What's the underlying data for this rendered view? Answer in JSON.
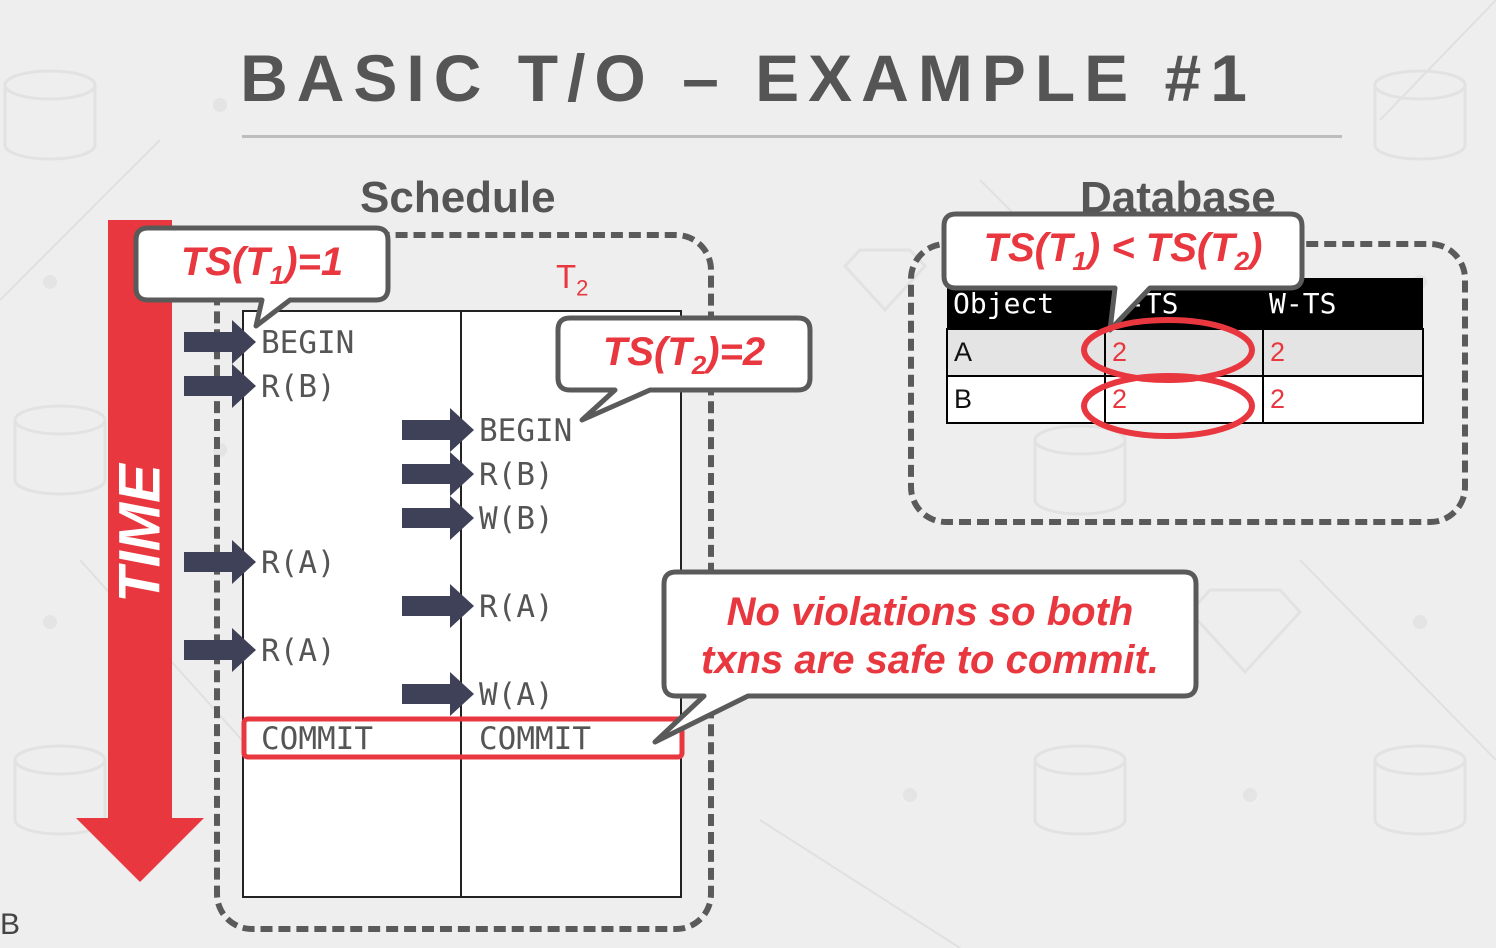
{
  "slide": {
    "title": "BASIC T/O – EXAMPLE #1",
    "edge_mark": "B"
  },
  "schedule": {
    "heading": "Schedule",
    "time_label": "TIME",
    "t2_header": "T",
    "t2_header_sub": "2",
    "t1_ops": [
      "BEGIN",
      "R(B)",
      "R(A)",
      "R(A)",
      "COMMIT"
    ],
    "t2_ops": [
      "BEGIN",
      "R(B)",
      "W(B)",
      "R(A)",
      "W(A)",
      "COMMIT"
    ]
  },
  "database": {
    "heading": "Database",
    "columns": [
      "Object",
      "R-TS",
      "W-TS"
    ],
    "rows": [
      {
        "object": "A",
        "r_ts": "2",
        "w_ts": "2"
      },
      {
        "object": "B",
        "r_ts": "2",
        "w_ts": "2"
      }
    ]
  },
  "callouts": {
    "ts_t1": {
      "pre": "TS(T",
      "sub": "1",
      "post": ")=1"
    },
    "ts_t2": {
      "pre": "TS(T",
      "sub": "2",
      "post": ")=2"
    },
    "compare": {
      "pre": "TS(T",
      "sub1": "1",
      "mid": ") < TS(T",
      "sub2": "2",
      "post": ")"
    },
    "note": {
      "line1": "No violations so both",
      "line2": "txns are safe to commit."
    }
  },
  "colors": {
    "accent_red": "#e8373f",
    "arrow_navy": "#3f4159",
    "text_gray": "#555555",
    "dashed_border": "#5a5a5a"
  }
}
